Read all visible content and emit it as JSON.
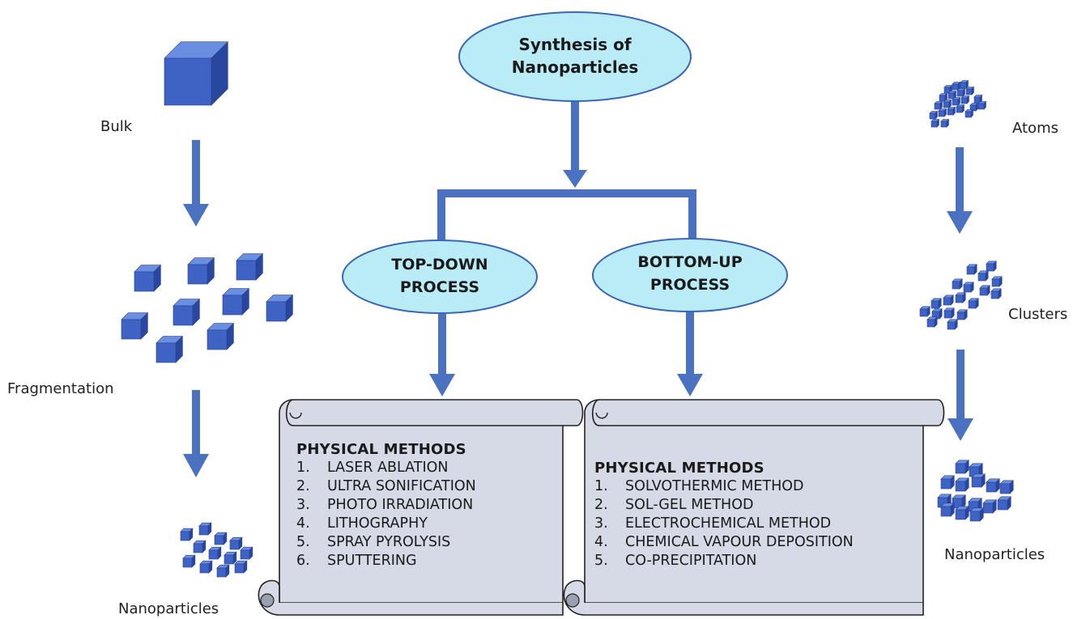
{
  "title": [
    "Synthesis of",
    "Nanoparticles"
  ],
  "top_down": [
    "TOP-DOWN",
    "PROCESS"
  ],
  "bottom_up": [
    "BOTTOM-UP",
    "PROCESS"
  ],
  "left_labels": {
    "bulk": "Bulk",
    "fragmentation": "Fragmentation",
    "nanoparticles": "Nanoparticles"
  },
  "right_labels": {
    "atoms": "Atoms",
    "clusters": "Clusters",
    "nanoparticles": "Nanoparticles"
  },
  "top_down_list": {
    "heading": "PHYSICAL METHODS",
    "items": [
      {
        "num": "1.",
        "text": "LASER ABLATION"
      },
      {
        "num": "2.",
        "text": "ULTRA SONIFICATION"
      },
      {
        "num": "3.",
        "text": "PHOTO IRRADIATION"
      },
      {
        "num": "4.",
        "text": "LITHOGRAPHY"
      },
      {
        "num": "5.",
        "text": "SPRAY PYROLYSIS"
      },
      {
        "num": "6.",
        "text": "SPUTTERING"
      }
    ]
  },
  "bottom_up_list": {
    "heading": "PHYSICAL METHODS",
    "items": [
      {
        "num": "1.",
        "text": "SOLVOTHERMIC METHOD"
      },
      {
        "num": "2.",
        "text": "SOL-GEL METHOD"
      },
      {
        "num": "3.",
        "text": "ELECTROCHEMICAL METHOD"
      },
      {
        "num": "4.",
        "text": "CHEMICAL VAPOUR DEPOSITION"
      },
      {
        "num": "5.",
        "text": "CO-PRECIPITATION"
      }
    ]
  },
  "colors": {
    "ellipse_fill": "#b9ecf7",
    "ellipse_stroke": "#3a67b5",
    "arrow": "#4a72c0",
    "cube_front": "#3f63c4",
    "cube_top": "#6a8ee0",
    "cube_side": "#2a47a0",
    "scroll_fill": "#d5dae6",
    "scroll_stroke": "#222222"
  }
}
